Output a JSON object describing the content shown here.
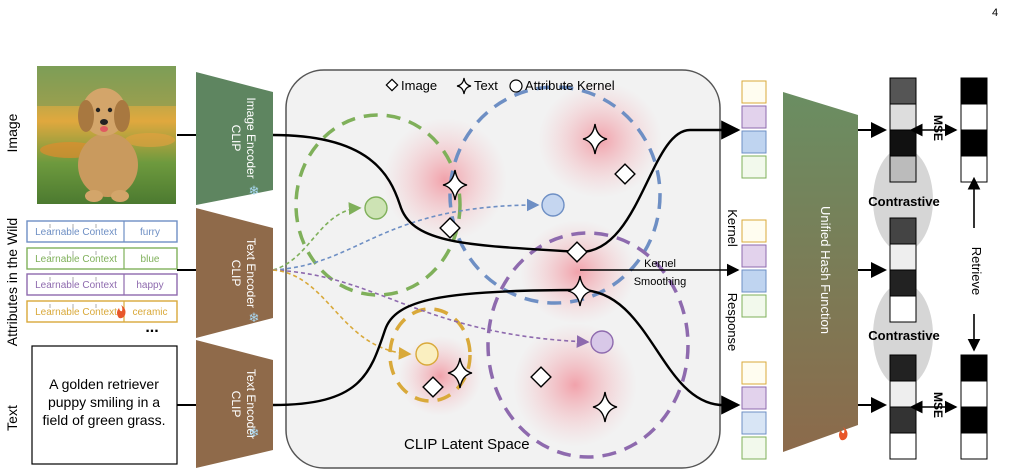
{
  "page_number": "4",
  "side_labels": {
    "image": "Image",
    "attributes": "Attributes in the Wild",
    "text": "Text"
  },
  "encoders": {
    "image": [
      "CLIP",
      "Image Encoder"
    ],
    "text_attr": [
      "CLIP",
      "Text Encoder"
    ],
    "text": [
      "CLIP",
      "Text Encoder"
    ]
  },
  "image_caption_text": [
    "A golden retriever",
    "puppy smiling in a",
    "field of green grass."
  ],
  "prompt_rows": [
    {
      "context": "Learnable Context",
      "word": "furry",
      "color": "#6E8FC4"
    },
    {
      "context": "Learnable Context",
      "word": "blue",
      "color": "#7FB05A"
    },
    {
      "context": "Learnable Context",
      "word": "happy",
      "color": "#8E6AAE"
    },
    {
      "context": "Learnable Context",
      "word": "ceramic",
      "color": "#D9A93A"
    }
  ],
  "prompt_ellipsis": "...",
  "legend": {
    "image": "Image",
    "text": "Text",
    "kernel": "Attribute Kernel"
  },
  "latent_space_label": "CLIP Latent Space",
  "kernel_smoothing": [
    "Kernel",
    "Smoothing"
  ],
  "kernel_response": [
    "Kernel",
    "Response"
  ],
  "hash_function": "Unified Hash Function",
  "loss_labels": {
    "mse_top": "MSE",
    "contrastive_top": "Contrastive",
    "contrastive_bottom": "Contrastive",
    "mse_bottom": "MSE",
    "retrieve": "Retrieve"
  },
  "kernel_colors": {
    "green": "#7FB05A",
    "blue": "#6E8FC4",
    "purple": "#8E6AAE",
    "yellow": "#D9A93A"
  },
  "encoder_colors": {
    "image": "#5E8560",
    "text": "#8F6A4A"
  }
}
